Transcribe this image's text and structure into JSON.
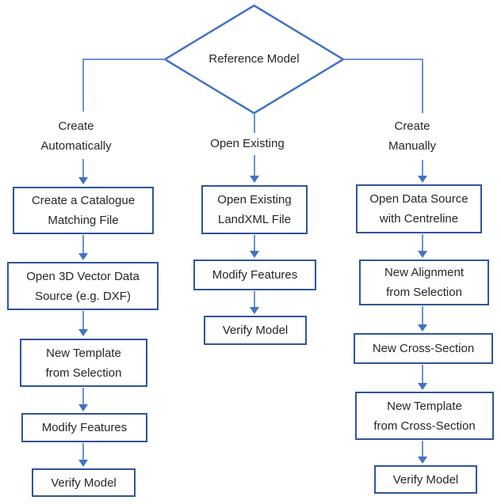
{
  "diamond": {
    "label": "Reference Model"
  },
  "branches": {
    "left": {
      "label": "Create\nAutomatically",
      "steps": [
        "Create a Catalogue\nMatching File",
        "Open 3D Vector Data\nSource (e.g. DXF)",
        "New Template\nfrom Selection",
        "Modify Features",
        "Verify Model"
      ]
    },
    "middle": {
      "label": "Open Existing",
      "steps": [
        "Open Existing\nLandXML File",
        "Modify Features",
        "Verify Model"
      ]
    },
    "right": {
      "label": "Create\nManually",
      "steps": [
        "Open Data Source\nwith Centreline",
        "New Alignment\nfrom Selection",
        "New Cross-Section",
        "New Template\nfrom Cross-Section",
        "Verify Model"
      ]
    }
  },
  "colors": {
    "box_border": "#2F5597",
    "diamond_border": "#4472C4",
    "connector_line": "#6C92D4",
    "arrowhead": "#4472C4",
    "text": "#262626"
  }
}
